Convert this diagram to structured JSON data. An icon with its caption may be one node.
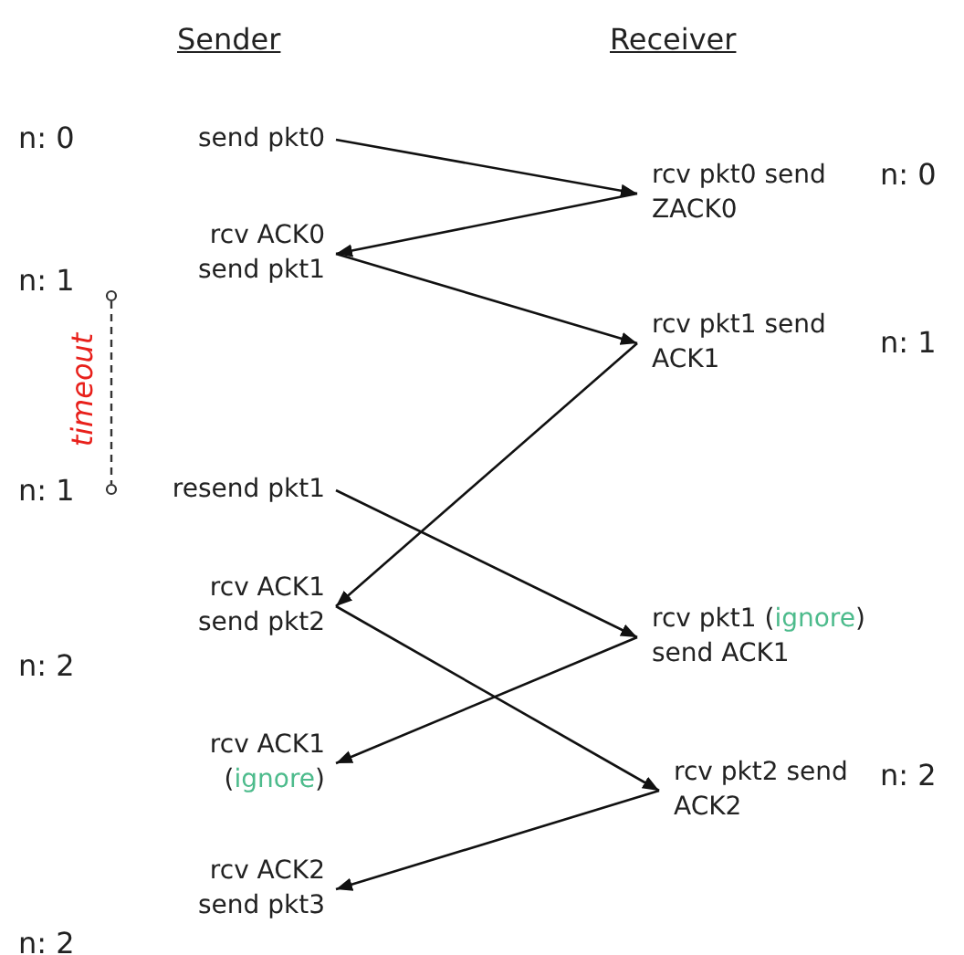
{
  "diagram": {
    "nodes": [
      {
        "text": [
          "send pkt0"
        ]
      },
      {
        "text": [
          "rcv pkt0 send ZACK0"
        ]
      },
      {
        "text": [
          "rcv ACK0 send pkt1"
        ]
      },
      {
        "text": [
          "rcv pkt1 send ACK1"
        ]
      },
      {
        "text": [
          "resend pkt1"
        ]
      },
      {
        "text": [
          "rcv ACK1 send pkt2"
        ]
      },
      {
        "text": [
          "rcv pkt1 (ignore) send ACK1"
        ]
      },
      {
        "text": [
          "rcv ACK1 (ignore)"
        ]
      },
      {
        "text": [
          "rcv pkt2 send ACK2"
        ]
      },
      {
        "text": [
          "rcv ACK2 send pkt3"
        ]
      }
    ],
    "edges": [
      {
        "from": 0,
        "to": 1,
        "arrow": "to"
      },
      {
        "from": 1,
        "to": 2,
        "arrow": "to"
      },
      {
        "from": 2,
        "to": 3,
        "arrow": "to"
      },
      {
        "from": 3,
        "to": 5,
        "arrow": "to"
      },
      {
        "from": 4,
        "to": 6,
        "arrow": "to"
      },
      {
        "from": 6,
        "to": 7,
        "arrow": "to"
      },
      {
        "from": 5,
        "to": 8,
        "arrow": "to"
      },
      {
        "from": 8,
        "to": 9,
        "arrow": "to"
      }
    ],
    "labels": [
      "Sender",
      "Receiver",
      "n: 0",
      "n: 0",
      "n: 1",
      "n: 1",
      "timeout",
      "n: 1",
      "n: 2",
      "n: 2",
      "n: 2"
    ]
  }
}
